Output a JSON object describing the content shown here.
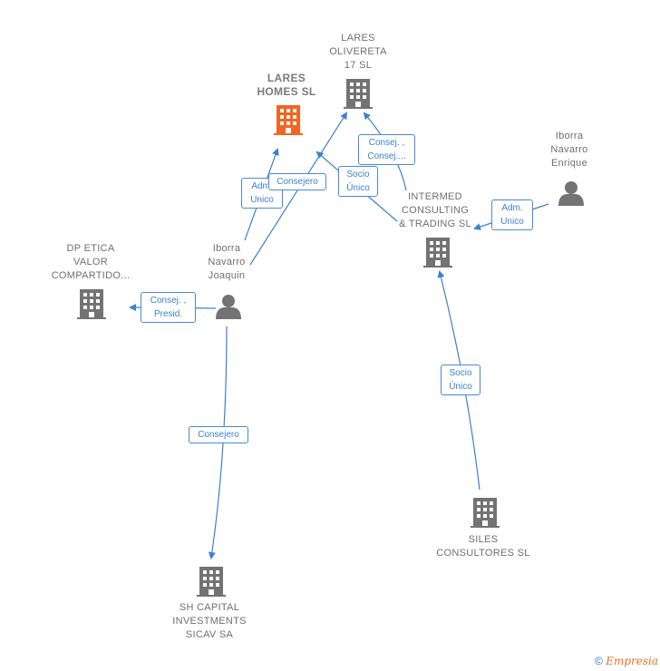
{
  "colors": {
    "edge": "#3d7fd1",
    "building": "#737373",
    "highlight": "#f26522",
    "person": "#737373"
  },
  "nodes": {
    "lares_olivereta": "LARES\nOLIVERETA\n17  SL",
    "lares_homes": "LARES\nHOMES  SL",
    "iborra_enrique": "Iborra\nNavarro\nEnrique",
    "intermed": "INTERMED\nCONSULTING\n& TRADING  SL",
    "dp_etica": "DP ETICA\nVALOR\nCOMPARTIDO...",
    "iborra_joaquin": "Iborra\nNavarro\nJoaquin",
    "siles": "SILES\nCONSULTORES SL",
    "sh_capital": "SH CAPITAL\nINVESTMENTS\nSICAV SA"
  },
  "edges": {
    "adm_unico_1": "Adm.\nUnico",
    "consejero_1": "Consejero",
    "socio_unico_1": "Socio\nÚnico",
    "consej_consej": "Consej. ,\nConsej....",
    "adm_unico_2": "Adm.\nUnico",
    "consej_presid": "Consej. ,\nPresid.",
    "socio_unico_2": "Socio\nÚnico",
    "consejero_2": "Consejero"
  },
  "footer": {
    "copyright": "©",
    "brand": "Empresia"
  }
}
